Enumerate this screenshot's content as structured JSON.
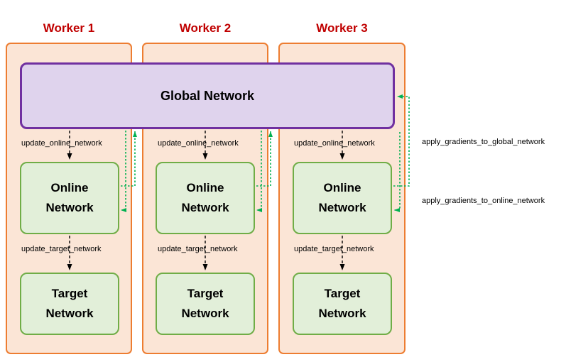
{
  "diagram": {
    "workers": [
      {
        "title": "Worker 1",
        "update_online_label": "update_online_network",
        "online_label": "Online Network",
        "update_target_label": "update_target_network",
        "target_label": "Target Network"
      },
      {
        "title": "Worker 2",
        "update_online_label": "update_online_network",
        "online_label": "Online Network",
        "update_target_label": "update_target_network",
        "target_label": "Target Network"
      },
      {
        "title": "Worker 3",
        "update_online_label": "update_online_network",
        "online_label": "Online Network",
        "update_target_label": "update_target_network",
        "target_label": "Target Network"
      }
    ],
    "global_network_label": "Global Network",
    "side_labels": {
      "apply_gradients_global": "apply_gradients_to_global_network",
      "apply_gradients_online": "apply_gradients_to_online_network"
    },
    "colors": {
      "worker_border": "#ED7D31",
      "worker_fill": "#FBE5D6",
      "global_border": "#7030A0",
      "global_fill": "#DFD3ED",
      "network_border": "#70AD47",
      "network_fill": "#E2EFD9",
      "title_color": "#C00000",
      "gradient_arrow": "#00B050",
      "update_arrow": "#000000"
    }
  }
}
